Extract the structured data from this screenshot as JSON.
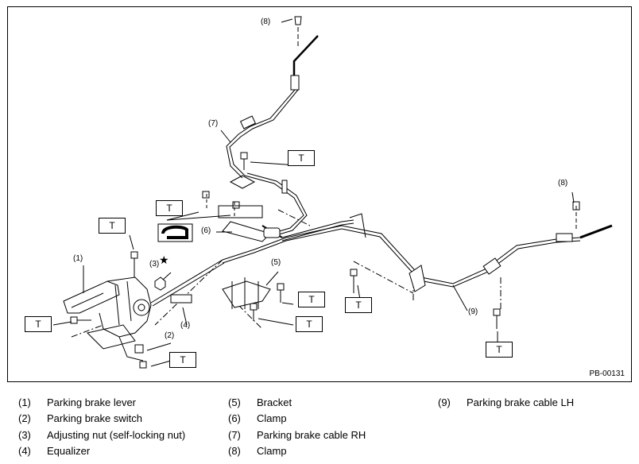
{
  "figure": {
    "code": "PB-00131",
    "callouts": [
      {
        "id": "c8a",
        "text": "(8)"
      },
      {
        "id": "c7",
        "text": "(7)"
      },
      {
        "id": "c6",
        "text": "(6)"
      },
      {
        "id": "c1",
        "text": "(1)"
      },
      {
        "id": "c3",
        "text": "(3)"
      },
      {
        "id": "c4",
        "text": "(4)"
      },
      {
        "id": "c2",
        "text": "(2)"
      },
      {
        "id": "c5",
        "text": "(5)"
      },
      {
        "id": "c8b",
        "text": "(8)"
      },
      {
        "id": "c9",
        "text": "(9)"
      }
    ],
    "torque_label": "T",
    "star_symbol": "★"
  },
  "legend": [
    {
      "num": "(1)",
      "label": "Parking brake lever"
    },
    {
      "num": "(2)",
      "label": "Parking brake switch"
    },
    {
      "num": "(3)",
      "label": "Adjusting nut (self-locking nut)"
    },
    {
      "num": "(4)",
      "label": "Equalizer"
    },
    {
      "num": "(5)",
      "label": "Bracket"
    },
    {
      "num": "(6)",
      "label": "Clamp"
    },
    {
      "num": "(7)",
      "label": "Parking brake cable RH"
    },
    {
      "num": "(8)",
      "label": "Clamp"
    },
    {
      "num": "(9)",
      "label": "Parking brake cable LH"
    }
  ]
}
